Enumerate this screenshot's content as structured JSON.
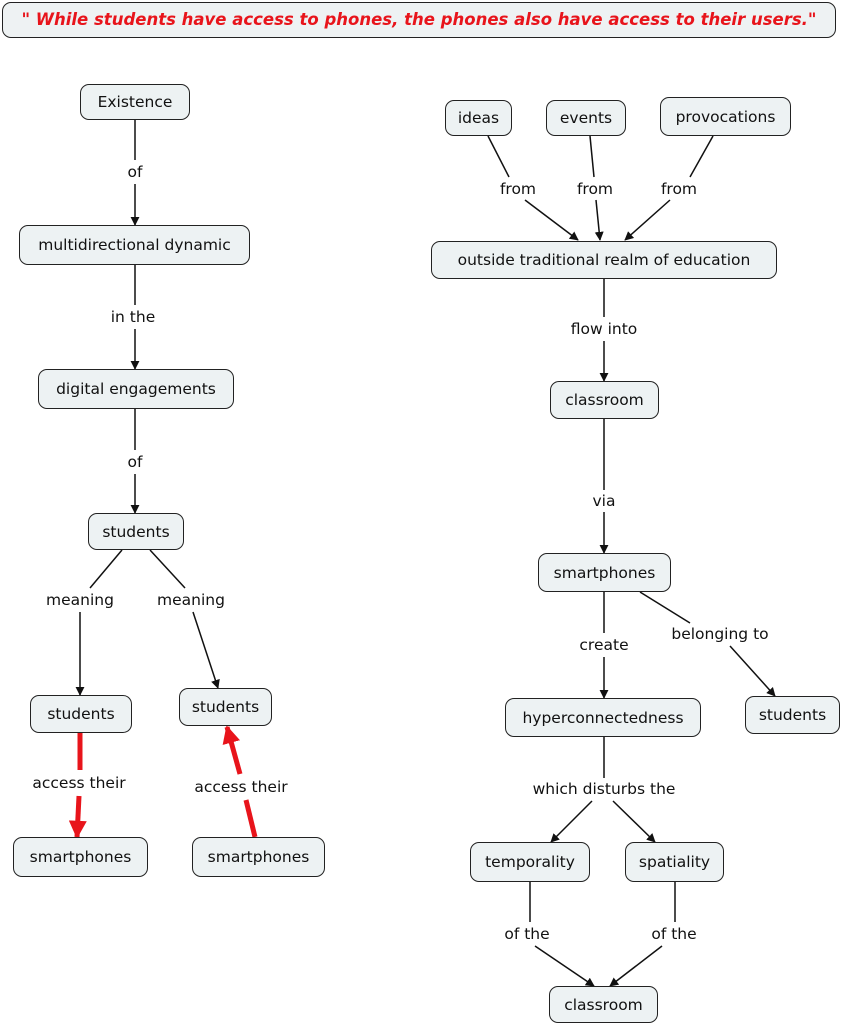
{
  "quote": "\" While students have access to phones, the phones also have access to their users.\"",
  "colors": {
    "quote": "#e8141b",
    "node_fill": "#edf2f3",
    "border": "#222222",
    "red_link": "#e8141b"
  },
  "concepts": {
    "existence": "Existence",
    "multidirectional_dynamic": "multidirectional dynamic",
    "digital_engagements": "digital engagements",
    "students_main": "students",
    "students_left": "students",
    "students_right": "students",
    "smartphones_left": "smartphones",
    "smartphones_right": "smartphones",
    "ideas": "ideas",
    "events": "events",
    "provocations": "provocations",
    "outside_realm": "outside traditional realm of education",
    "classroom_top": "classroom",
    "smartphones_main": "smartphones",
    "hyperconnectedness": "hyperconnectedness",
    "students_far_right": "students",
    "temporality": "temporality",
    "spatiality": "spatiality",
    "classroom_bottom": "classroom"
  },
  "links": {
    "of_1": "of",
    "in_the": "in the",
    "of_2": "of",
    "meaning_left": "meaning",
    "meaning_right": "meaning",
    "access_their_left": "access their",
    "access_their_right": "access their",
    "from_ideas": "from",
    "from_events": "from",
    "from_provocations": "from",
    "flow_into": "flow into",
    "via": "via",
    "create": "create",
    "belonging_to": "belonging to",
    "which_disturbs_the": "which disturbs the",
    "of_the_left": "of the",
    "of_the_right": "of the"
  }
}
